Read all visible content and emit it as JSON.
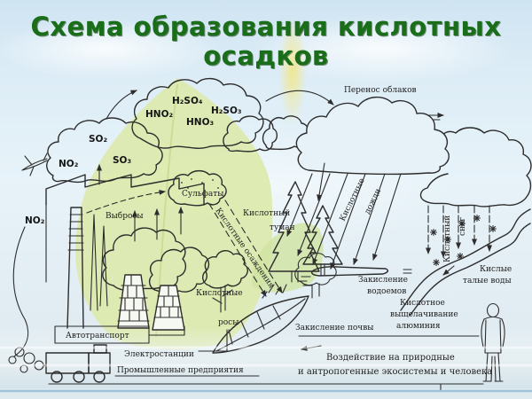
{
  "title": {
    "line1": "Схема образования кислотных",
    "line2": "осадков"
  },
  "chemicals": {
    "no2_free": "NO₂",
    "no2_cloud": "NO₂",
    "so2": "SO₂",
    "so3": "SO₃",
    "h2so4": "H₂SO₄",
    "h2so3": "H₂SO₃",
    "hno2": "HNO₂",
    "hno3": "HNO₃"
  },
  "labels": {
    "cloud_transport": "Перенос облаков",
    "emissions": "Выбросы",
    "sulfates": "Сульфаты",
    "acid_deposition": "Кислотные осаждения",
    "acid_fog_word1": "Кислотный",
    "acid_fog_word2": "туман",
    "acid_rain_word1": "Кислотные",
    "acid_rain_word2": "дожди",
    "acid_snow_word1": "Кислотный",
    "acid_snow_word2": "снег",
    "acid_melt_word1": "Кислые",
    "acid_melt_word2": "талые воды",
    "water_acid_word1": "Закисление",
    "water_acid_word2": "водоемов",
    "soil_acid": "Закисление почвы",
    "alum_word1": "Кислотное",
    "alum_word2": "выщелачивание",
    "alum_word3": "алюминия",
    "dew_word1": "Кислотные",
    "dew_word2": "росы",
    "motor_transport": "Автотранспорт",
    "power_plants": "Электростанции",
    "industry": "Промышленные предприятия",
    "impact_line1": "Воздействие на природные",
    "impact_line2": "и антропогенные экосистемы и человека"
  },
  "colors": {
    "title_green": "#1a6e1a",
    "sketch_ink": "#2d2d2d",
    "leaf_green": "#dce9ad",
    "sky_blue": "#d6e8f3"
  },
  "icons": {
    "airplane-icon": "sketch-plane",
    "factory-icon": "sketch-sawtooth-roof",
    "chimney-icon": "sketch-striped-chimney",
    "cooling-towers-icon": "sketch-brick-towers",
    "smoke-icon": "sketch-smoke-clouds",
    "truck-icon": "sketch-truck",
    "cloud-icon": "sketch-cloud",
    "rain-icon": "slanted-arrows",
    "snowflake-icon": "✳",
    "fir-tree-icon": "sketch-fir",
    "tree-icon": "sketch-round-tree",
    "leaf-icon": "sketch-leaf",
    "lake-icon": "sketch-lake",
    "river-icon": "sketch-stream",
    "human-icon": "sketch-human-figure"
  }
}
